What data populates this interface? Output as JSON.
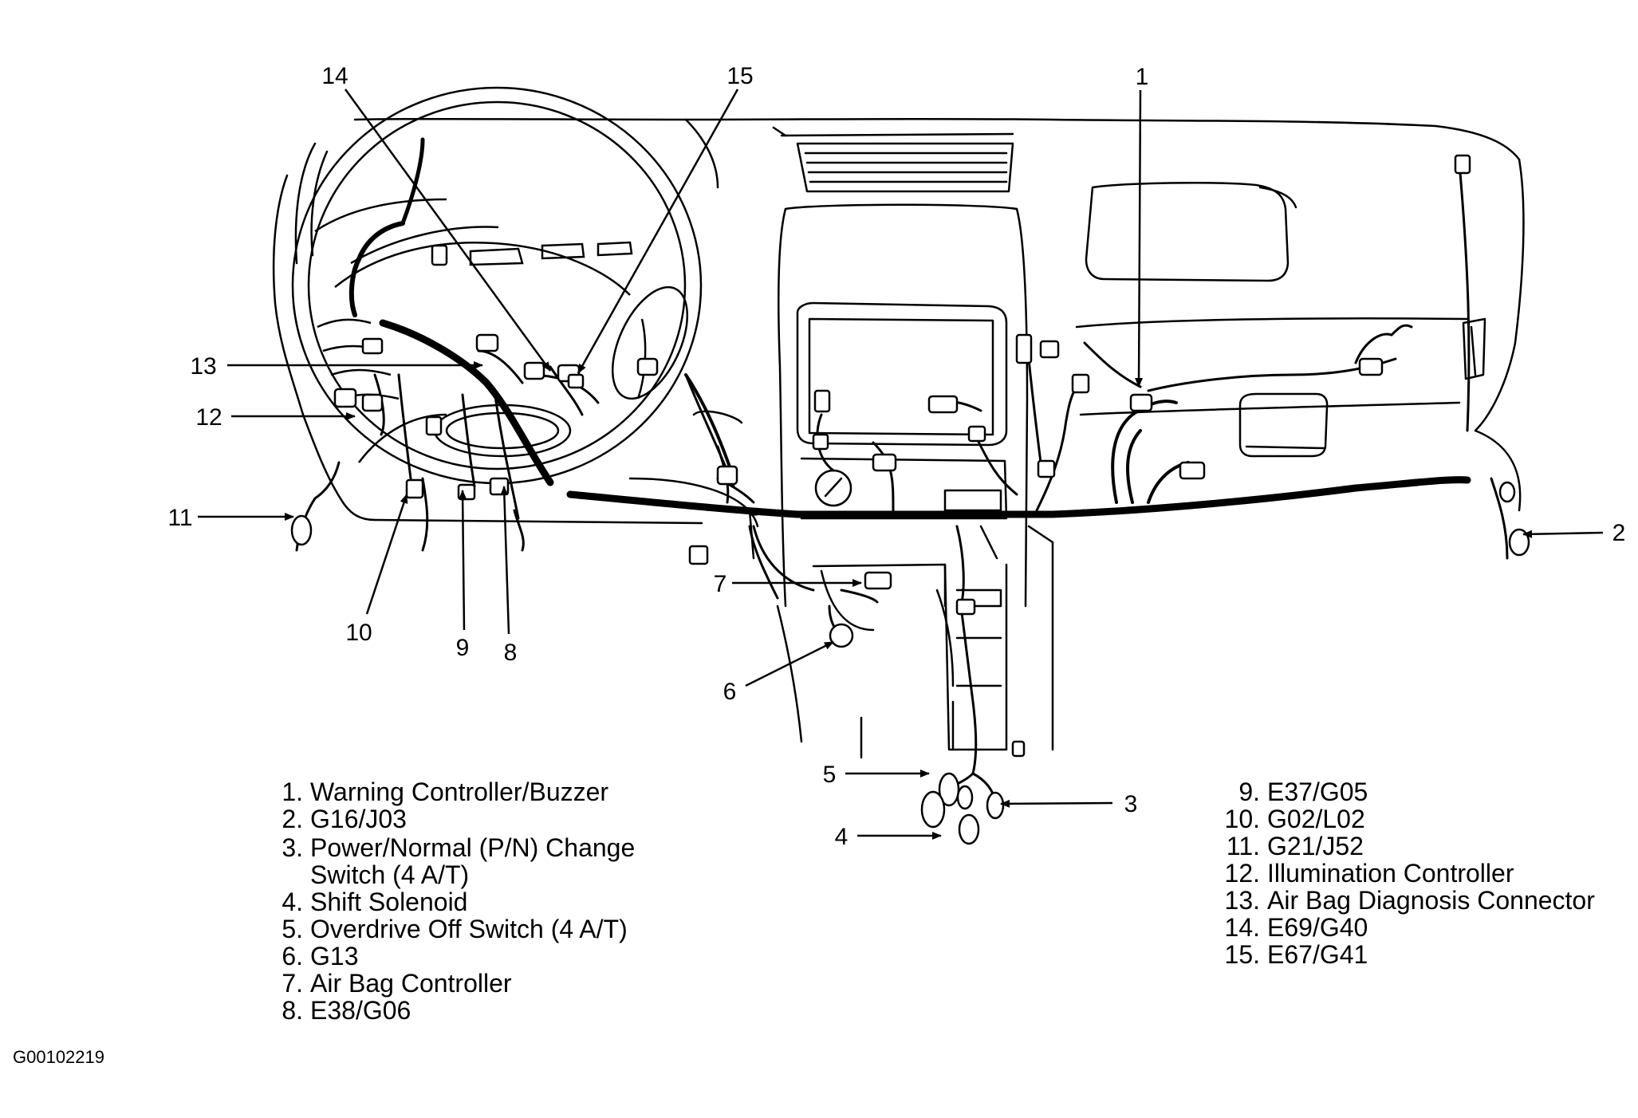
{
  "figure_id": "G00102219",
  "callouts": [
    {
      "num": "1",
      "name": "Warning Controller/Buzzer"
    },
    {
      "num": "2",
      "name": "G16/J03"
    },
    {
      "num": "3",
      "name": "Power/Normal (P/N) Change",
      "name_cont": "Switch (4 A/T)"
    },
    {
      "num": "4",
      "name": "Shift Solenoid"
    },
    {
      "num": "5",
      "name": "Overdrive Off Switch (4 A/T)"
    },
    {
      "num": "6",
      "name": "G13"
    },
    {
      "num": "7",
      "name": "Air Bag Controller"
    },
    {
      "num": "8",
      "name": "E38/G06"
    },
    {
      "num": "9",
      "name": "E37/G05"
    },
    {
      "num": "10",
      "name": "G02/L02"
    },
    {
      "num": "11",
      "name": "G21/J52"
    },
    {
      "num": "12",
      "name": "Illumination Controller"
    },
    {
      "num": "13",
      "name": "Air Bag Diagnosis Connector"
    },
    {
      "num": "14",
      "name": "E69/G40"
    },
    {
      "num": "15",
      "name": "E67/G41"
    }
  ]
}
